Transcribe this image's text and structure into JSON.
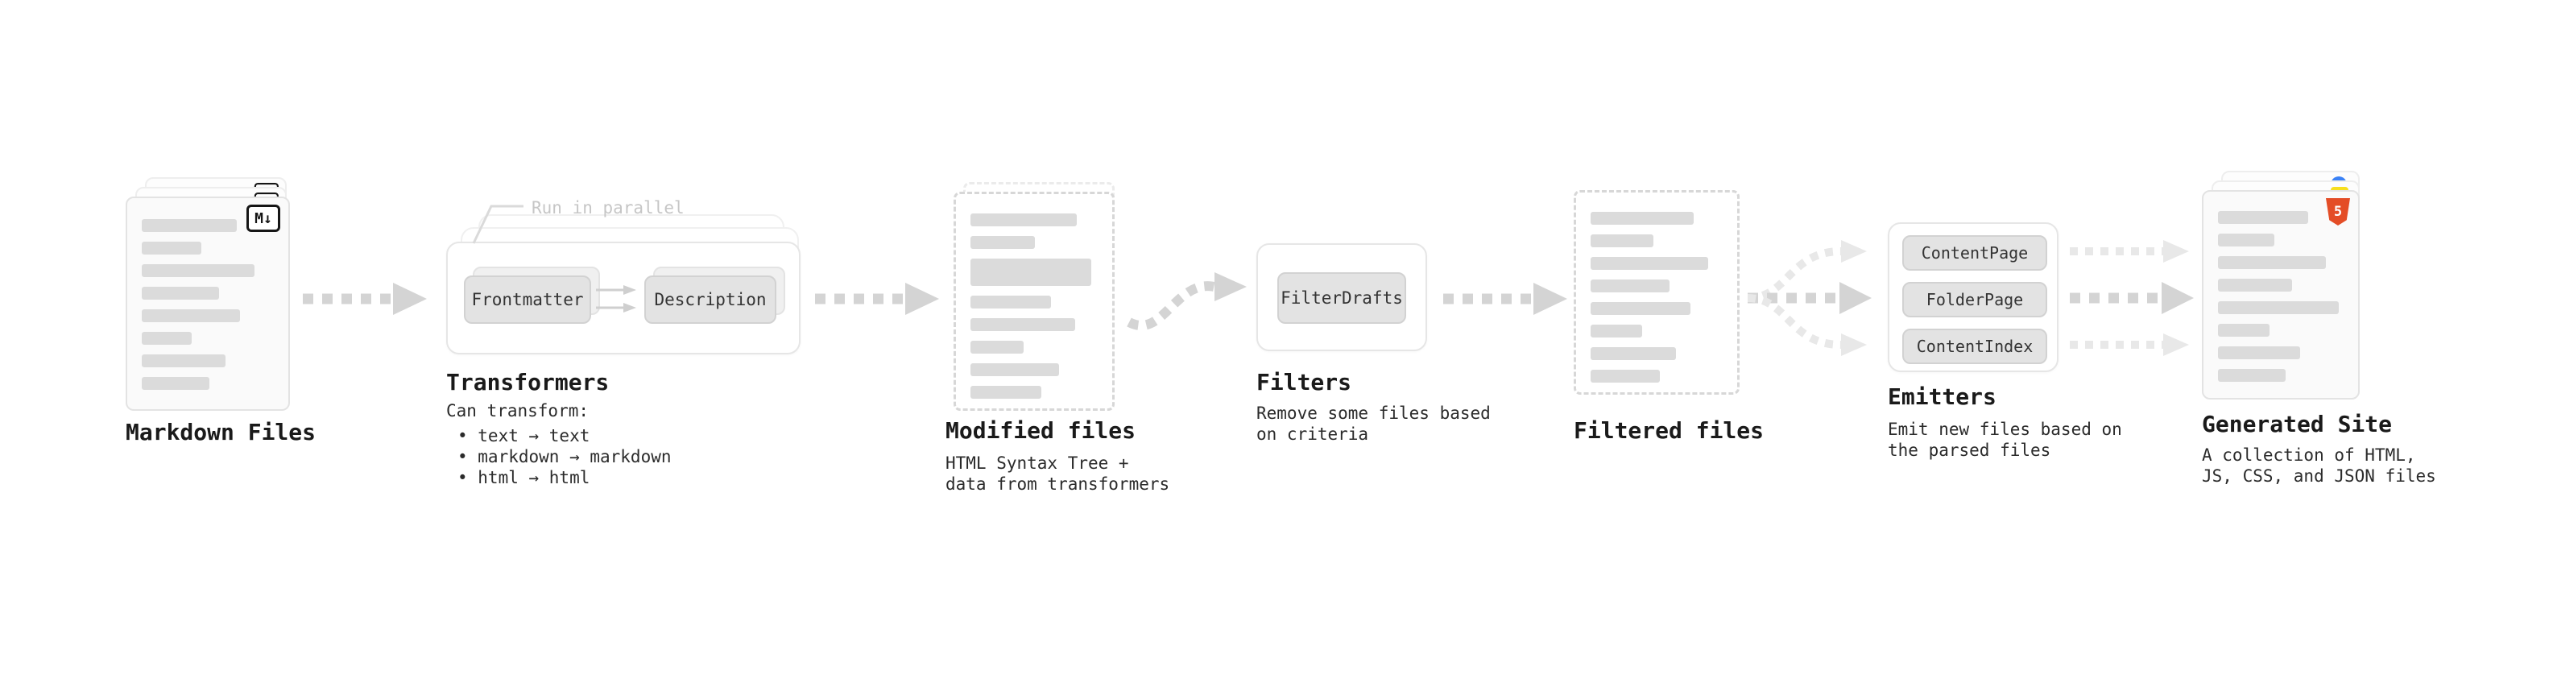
{
  "pipeline": {
    "markdown_files": {
      "label": "Markdown Files"
    },
    "transformers": {
      "parallel_note": "Run in parallel",
      "steps": [
        "Frontmatter",
        "Description"
      ],
      "title": "Transformers",
      "caption": "Can transform:",
      "bullets": [
        "• text → text",
        "• markdown → markdown",
        "• html → html"
      ]
    },
    "modified_files": {
      "title": "Modified files",
      "caption_lines": [
        "HTML Syntax Tree +",
        "data from transformers"
      ]
    },
    "filters": {
      "steps": [
        "FilterDrafts"
      ],
      "title": "Filters",
      "caption_lines": [
        "Remove some files based",
        "on criteria"
      ]
    },
    "filtered_files": {
      "label": "Filtered files"
    },
    "emitters": {
      "steps": [
        "ContentPage",
        "FolderPage",
        "ContentIndex"
      ],
      "title": "Emitters",
      "caption_lines": [
        "Emit new files based on",
        "the parsed files"
      ]
    },
    "generated_site": {
      "title": "Generated Site",
      "caption_lines": [
        "A collection of HTML,",
        "JS, CSS, and JSON files"
      ]
    }
  },
  "icons": {
    "markdown_badge": "M↓",
    "html5_badge": "5"
  },
  "colors": {
    "arrow": "#d4d4d4",
    "arrow_faint": "#e8e8e8",
    "card_bg": "#fafafa",
    "card_border": "#e3e3e3",
    "skeleton": "#dbdbdb",
    "chip_bg": "#e3e3e3",
    "title_text": "#1a1a1a",
    "body_text": "#2b2b2b",
    "note_text": "#c6c6c6",
    "html5_orange": "#e44d26",
    "js_yellow": "#f7df1e",
    "css_blue": "#3b82f6"
  }
}
